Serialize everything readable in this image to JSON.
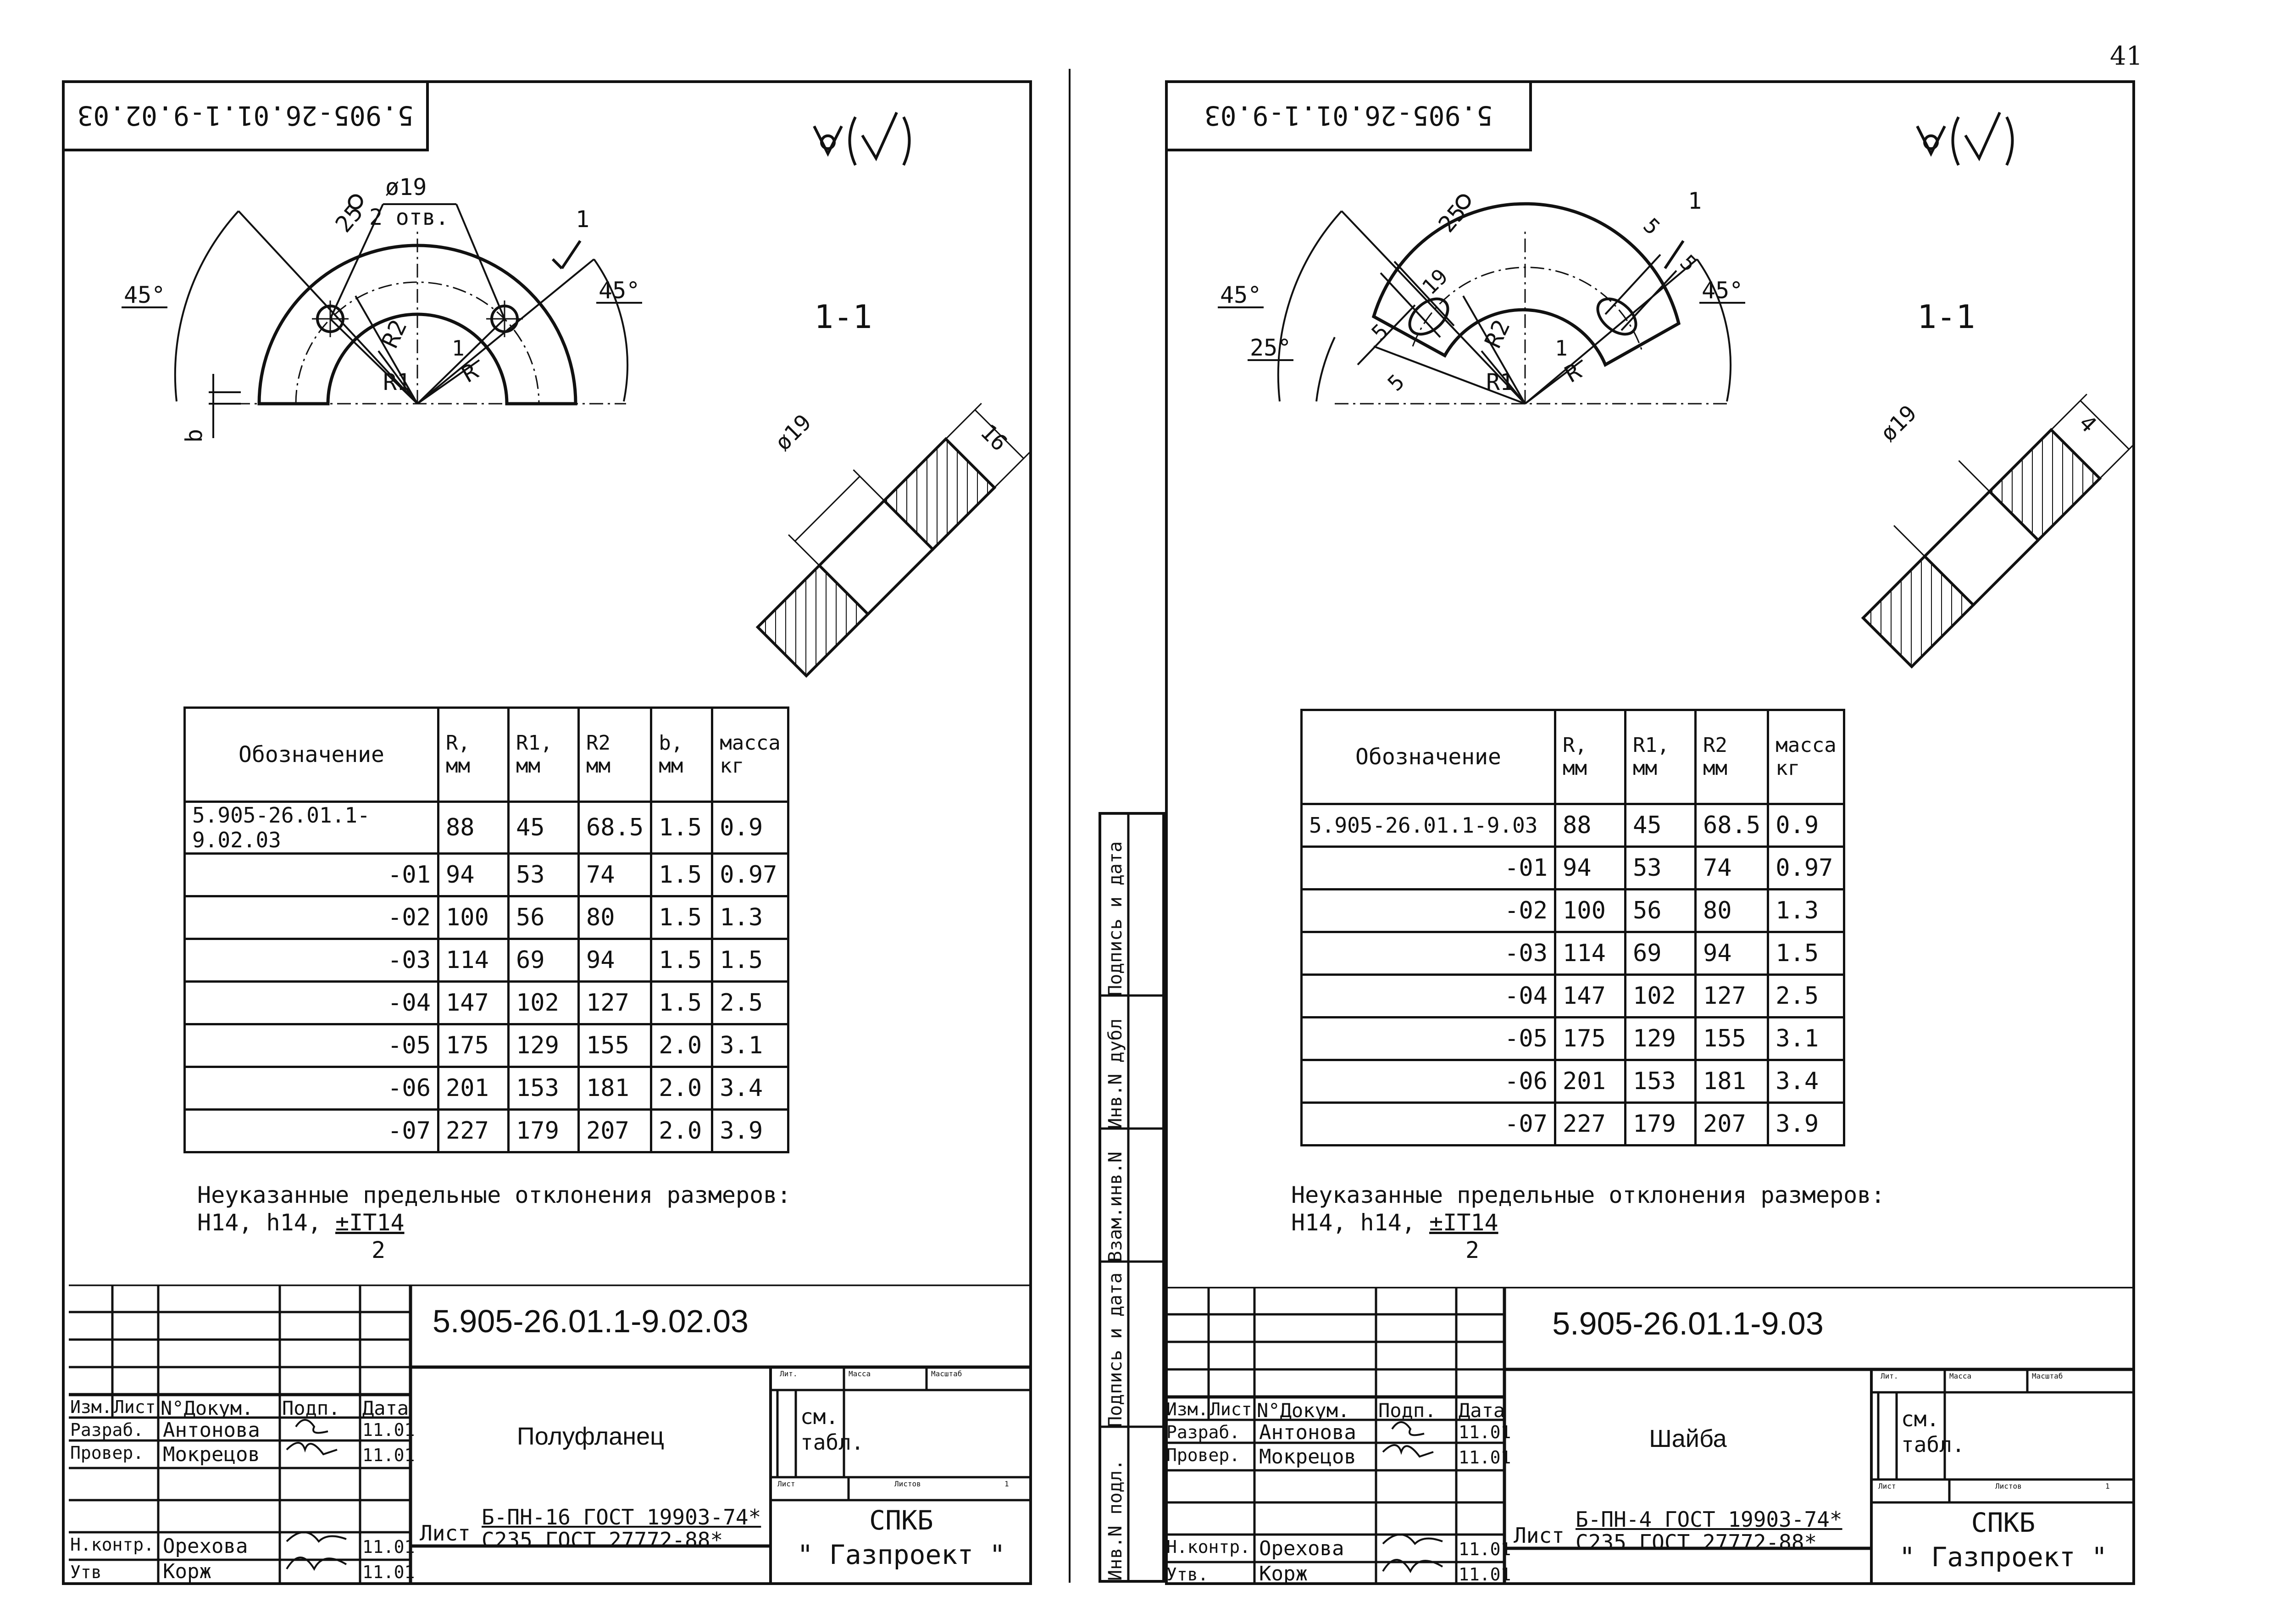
{
  "page_number": "41",
  "table_header": {
    "designation": "Обозначение",
    "r": "R,\nмм",
    "r1": "R1,\nмм",
    "r2": "R2\nмм",
    "b": "b,\nмм",
    "mass": "масса\nкг"
  },
  "sheets": [
    {
      "code_top": "5.905-26.01.1-9.02.03",
      "code": "5.905-26.01.1-9.02.03",
      "section": "1-1",
      "part_name": "Полуфланец",
      "material_line1": "Б-ПН-16 ГОСТ 19903-74*",
      "material_line2": "С235 ГОСТ 27772-88*",
      "dims": {
        "hole": "ø19",
        "holes_count": "2 отв.",
        "d25": "25",
        "a45l": "45°",
        "a45r": "45°",
        "one": "1",
        "one_b": "1",
        "r": "R",
        "r1": "R1",
        "r2": "R2",
        "b": "b",
        "thick": "16",
        "sec_hole": "ø19"
      },
      "rows": [
        {
          "designation": "5.905-26.01.1-9.02.03",
          "r": "88",
          "r1": "45",
          "r2": "68.5",
          "b": "1.5",
          "mass": "0.9"
        },
        {
          "designation": "-01",
          "r": "94",
          "r1": "53",
          "r2": "74",
          "b": "1.5",
          "mass": "0.97"
        },
        {
          "designation": "-02",
          "r": "100",
          "r1": "56",
          "r2": "80",
          "b": "1.5",
          "mass": "1.3"
        },
        {
          "designation": "-03",
          "r": "114",
          "r1": "69",
          "r2": "94",
          "b": "1.5",
          "mass": "1.5"
        },
        {
          "designation": "-04",
          "r": "147",
          "r1": "102",
          "r2": "127",
          "b": "1.5",
          "mass": "2.5"
        },
        {
          "designation": "-05",
          "r": "175",
          "r1": "129",
          "r2": "155",
          "b": "2.0",
          "mass": "3.1"
        },
        {
          "designation": "-06",
          "r": "201",
          "r1": "153",
          "r2": "181",
          "b": "2.0",
          "mass": "3.4"
        },
        {
          "designation": "-07",
          "r": "227",
          "r1": "179",
          "r2": "207",
          "b": "2.0",
          "mass": "3.9"
        }
      ]
    },
    {
      "code_top": "5.905-26.01.1-9.03",
      "code": "5.905-26.01.1-9.03",
      "section": "1-1",
      "part_name": "Шайба",
      "material_line1": "Б-ПН-4 ГОСТ 19903-74*",
      "material_line2": "С235 ГОСТ 27772-88*",
      "dims": {
        "hole": "19",
        "d25": "25",
        "a45l": "45°",
        "a45r": "45°",
        "a25": "25°",
        "one": "1",
        "one_b": "1",
        "r": "R",
        "r1": "R1",
        "r2": "R2",
        "five": "5",
        "thick": "4",
        "sec_hole": "ø19"
      },
      "rows": [
        {
          "designation": "5.905-26.01.1-9.03",
          "r": "88",
          "r1": "45",
          "r2": "68.5",
          "mass": "0.9"
        },
        {
          "designation": "-01",
          "r": "94",
          "r1": "53",
          "r2": "74",
          "mass": "0.97"
        },
        {
          "designation": "-02",
          "r": "100",
          "r1": "56",
          "r2": "80",
          "mass": "1.3"
        },
        {
          "designation": "-03",
          "r": "114",
          "r1": "69",
          "r2": "94",
          "mass": "1.5"
        },
        {
          "designation": "-04",
          "r": "147",
          "r1": "102",
          "r2": "127",
          "mass": "2.5"
        },
        {
          "designation": "-05",
          "r": "175",
          "r1": "129",
          "r2": "155",
          "mass": "3.1"
        },
        {
          "designation": "-06",
          "r": "201",
          "r1": "153",
          "r2": "181",
          "mass": "3.4"
        },
        {
          "designation": "-07",
          "r": "227",
          "r1": "179",
          "r2": "207",
          "mass": "3.9"
        }
      ]
    }
  ],
  "note": {
    "line1": "Неуказанные предельные отклонения размеров:",
    "line2_prefix": "H14, h14, ",
    "fraction_num": "±IT14",
    "fraction_den": "2"
  },
  "title_block": {
    "izm": "Изм.",
    "list": "Лист",
    "ndoc": "N°Докум.",
    "podp": "Подп.",
    "data": "Дата",
    "razrab": "Разраб.",
    "prover": "Провер.",
    "nkontr": "Н.контр.",
    "utv": "Утв",
    "utv2": "Утв.",
    "antonova": "Антонова",
    "mokretsov": "Мокрецов",
    "orekhova": "Орехова",
    "korzh": "Корж",
    "date": "11.01",
    "lit": "Лит.",
    "massa": "Масса",
    "masshtab": "Масштаб",
    "sm_tabl": "см. табл.",
    "list_label": "Лист",
    "listov": "Листов",
    "listov_num": "1",
    "material_label": "Лист",
    "org1": "СПКБ",
    "org2": "\" Газпроект \""
  },
  "stamp_labels": {
    "podp_data": "Подпись и дата",
    "inv_dubl": "Инв.N дубл",
    "vzam_inv": "Взам.инв.N",
    "podp_data2": "Подпись и дата",
    "inv_podl": "Инв.N подл."
  }
}
